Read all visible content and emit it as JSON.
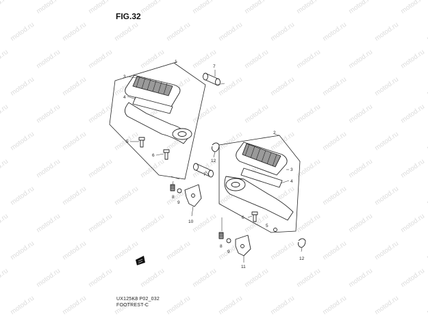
{
  "figure": {
    "title": "FIG.32",
    "code": "UX125K8 P02_032",
    "name": "FOOTREST-C"
  },
  "watermark": "motod.ru",
  "callouts": [
    "1",
    "2",
    "3",
    "3",
    "4",
    "4",
    "5",
    "5",
    "6",
    "6",
    "7",
    "7",
    "8",
    "8",
    "9",
    "9",
    "10",
    "11",
    "12",
    "12"
  ],
  "colors": {
    "line": "#222222",
    "watermark": "#dcdcdc",
    "rubber": "#9a9a9a"
  }
}
